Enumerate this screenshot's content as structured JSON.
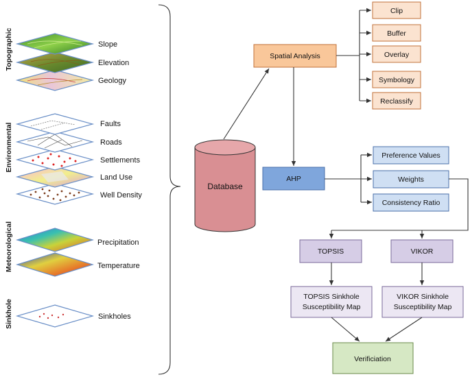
{
  "categories": {
    "topographic": "Topographic",
    "environmental": "Environmental",
    "meteorological": "Meteorological",
    "sinkhole": "Sinkhole"
  },
  "layers": {
    "slope": "Slope",
    "elevation": "Elevation",
    "geology": "Geology",
    "faults": "Faults",
    "roads": "Roads",
    "settlements": "Settlements",
    "land_use": "Land Use",
    "well_density": "Well Density",
    "precipitation": "Precipitation",
    "temperature": "Temperature",
    "sinkholes": "Sinkholes"
  },
  "database": "Database",
  "spatial_analysis": "Spatial Analysis",
  "tools": {
    "clip": "Clip",
    "buffer": "Buffer",
    "overlay": "Overlay",
    "symbology": "Symbology",
    "reclassify": "Reclassify"
  },
  "ahp": "AHP",
  "ahp_outputs": {
    "preference_values": "Preference Values",
    "weights": "Weights",
    "consistency_ratio": "Consistency Ratio"
  },
  "topsis": "TOPSIS",
  "vikor": "VIKOR",
  "topsis_map_line1": "TOPSIS Sinkhole",
  "topsis_map_line2": "Susceptibility Map",
  "vikor_map_line1": "VIKOR Sinkhole",
  "vikor_map_line2": "Susceptibility Map",
  "verification": "Verificiation",
  "colors": {
    "spatial_fill": "#f9c79a",
    "tool_fill": "#fbe3d0",
    "tool_stroke": "#c0703a",
    "ahp_fill": "#7fa6dc",
    "ahp_output_fill": "#cfdff3",
    "mcdm_fill": "#d6cde6",
    "map_fill": "#ece7f3",
    "verification_fill": "#d6e8c4",
    "database_fill": "#d98f93"
  }
}
